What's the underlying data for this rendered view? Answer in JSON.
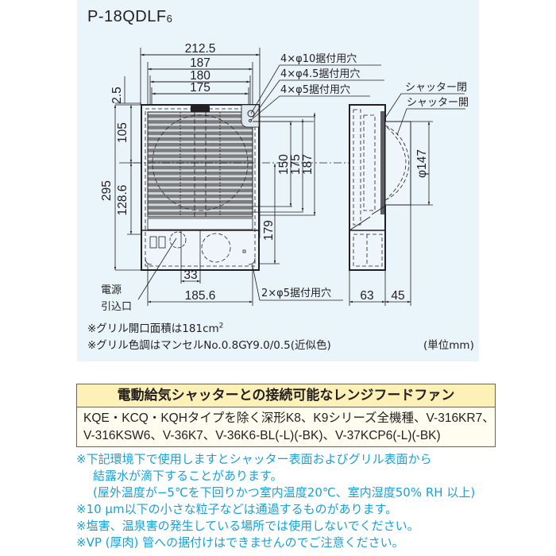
{
  "model": {
    "name": "P-18QDLF",
    "suffix": "6"
  },
  "dimensions": {
    "width_overall": "212.5",
    "width_187": "187",
    "width_180": "180",
    "width_175": "175",
    "top_offset": "2.5",
    "height_upper": "105",
    "height_lower": "128.6",
    "height_overall": "295",
    "grille_150": "150",
    "grille_175": "175",
    "grille_187": "187",
    "center_179": "179",
    "power_offset": "33",
    "bottom_holes": "185.6",
    "depth_body": "63",
    "depth_hood": "45",
    "duct_diameter": "φ147"
  },
  "callouts": {
    "hole_10": "4×φ10据付用穴",
    "hole_4_5": "4×φ4.5据付用穴",
    "hole_5": "4×φ5据付用穴",
    "hole_bottom": "2×φ5据付用穴",
    "shutter_closed": "シャッター閉",
    "shutter_open": "シャッター開",
    "power_inlet_line1": "電源",
    "power_inlet_line2": "引込口"
  },
  "notes": {
    "grille_area_prefix": "※グリル開口面積は181cm",
    "grille_area_sup": "2",
    "grille_color": "※グリル色調はマンセルNo.0.8GY9.0/0.5(近似色)",
    "unit": "(単位mm)"
  },
  "compat_table": {
    "header": "電動給気シャッターとの接続可能なレンジフードファン",
    "line1": "KQE・KCQ・KQHタイプを除く深形K8、K9シリーズ全機種、V-316KR7、",
    "line2": "V-316KSW6、V-36K7、V-36K6-BL(-L)(-BK)、V-37KCP6(-L)(-BK)"
  },
  "cautions": [
    "※下記環境下で使用しますとシャッター表面およびグリル表面から",
    "結露水が滴下することがあります。",
    "(屋外温度が−5℃を下回りかつ室内温度20℃、室内湿度50% RH 以上)",
    "※10 μm以下の小さな粒子などは通過するものがあります。",
    "※塩害、温泉害の発生している場所では使用しないでください。",
    "※VP (厚肉) 管への据付けはできませんのでご注意ください。"
  ],
  "colors": {
    "panel_bg": "#e9f4fb",
    "table_header_bg": "#fdf1b8",
    "caution_text": "#1aa0d6",
    "line": "#231f20"
  }
}
